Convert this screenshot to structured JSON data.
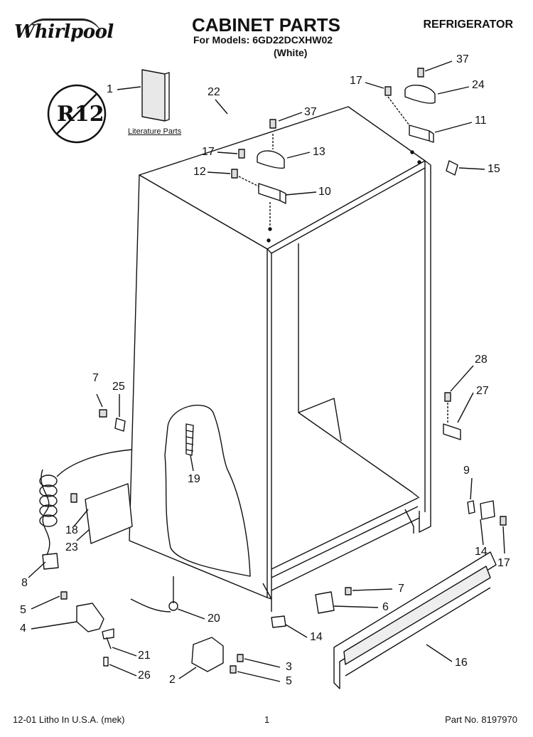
{
  "header": {
    "brand": "Whirlpool",
    "title": "CABINET PARTS",
    "models": "For Models: 6GD22DCXHW02",
    "color": "(White)",
    "category": "REFRIGERATOR"
  },
  "badge": {
    "text": "R12"
  },
  "literature_label": "Literature Parts",
  "callouts": {
    "c1": "1",
    "c22": "22",
    "c37a": "37",
    "c17a": "17",
    "c13": "13",
    "c12": "12",
    "c10": "10",
    "c17b": "17",
    "c37b": "37",
    "c24": "24",
    "c11": "11",
    "c15": "15",
    "c28": "28",
    "c27": "27",
    "c7a": "7",
    "c25": "25",
    "c19": "19",
    "c18": "18",
    "c23": "23",
    "c8": "8",
    "c9": "9",
    "c14a": "14",
    "c17c": "17",
    "c7b": "7",
    "c6": "6",
    "c14b": "14",
    "c16": "16",
    "c5a": "5",
    "c4": "4",
    "c20": "20",
    "c21": "21",
    "c26": "26",
    "c3": "3",
    "c2": "2",
    "c5b": "5"
  },
  "footer": {
    "left": "12-01 Litho In U.S.A. (mek)",
    "page": "1",
    "part_no": "Part No. 8197970"
  }
}
